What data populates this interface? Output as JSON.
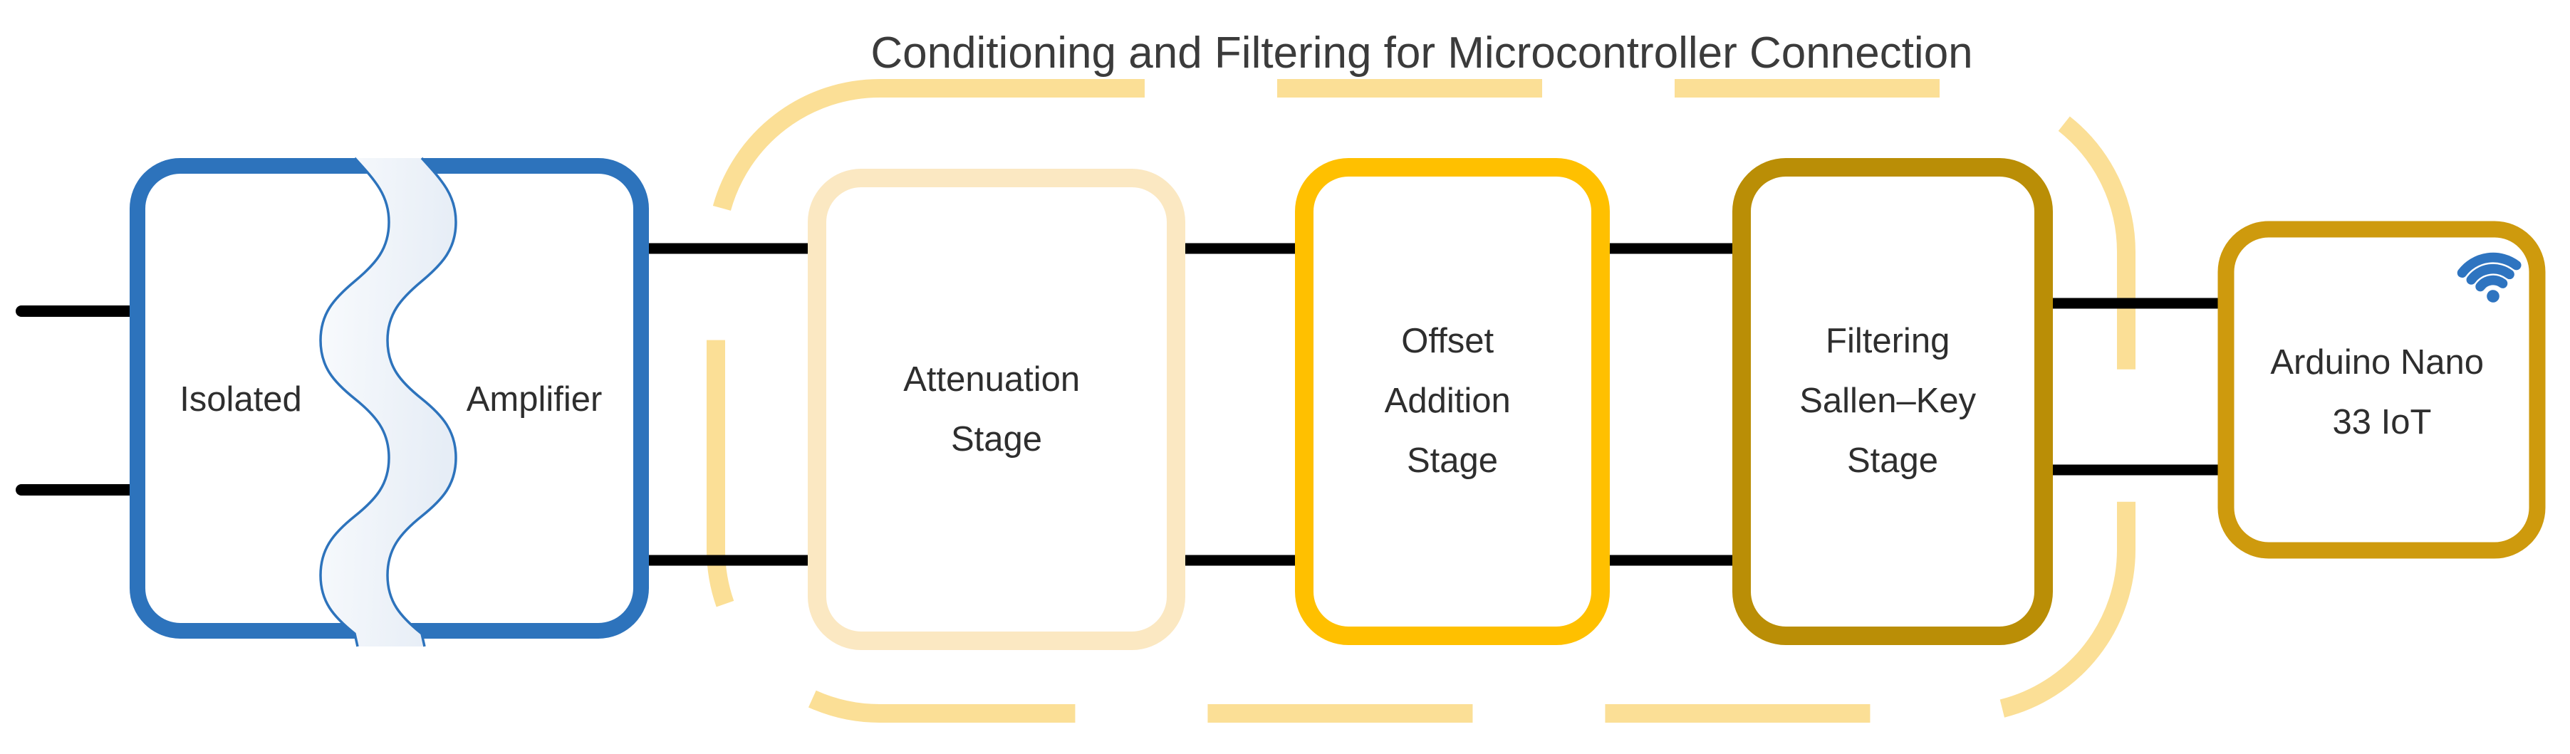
{
  "title": "Conditioning and Filtering for Microcontroller Connection",
  "stages": [
    {
      "name": "isolated-amplifier",
      "label_left": "Isolated",
      "label_right": "Amplifier",
      "border_color": "#2D73BC",
      "feature": "isolation-barrier-wavy-band"
    },
    {
      "name": "attenuation-stage",
      "lines": [
        "Attenuation",
        "Stage"
      ],
      "border_color": "#FBE8C2"
    },
    {
      "name": "offset-addition-stage",
      "lines": [
        "Offset",
        "Addition",
        "Stage"
      ],
      "border_color": "#FFC000"
    },
    {
      "name": "filtering-sallen-key-stage",
      "lines": [
        "Filtering",
        "Sallen–Key",
        "Stage"
      ],
      "border_color": "#BA8E06"
    },
    {
      "name": "arduino-nano-33-iot",
      "lines": [
        "Arduino Nano",
        "33 IoT"
      ],
      "border_color": "#CE9A0D",
      "icon": "wifi-icon"
    }
  ],
  "colors": {
    "connector": "#000000",
    "bracket_dash": "#FBDF96",
    "wifi_blue": "#2E74C0",
    "band_stroke": "#2D73BC",
    "text": "#3B3B3B"
  }
}
